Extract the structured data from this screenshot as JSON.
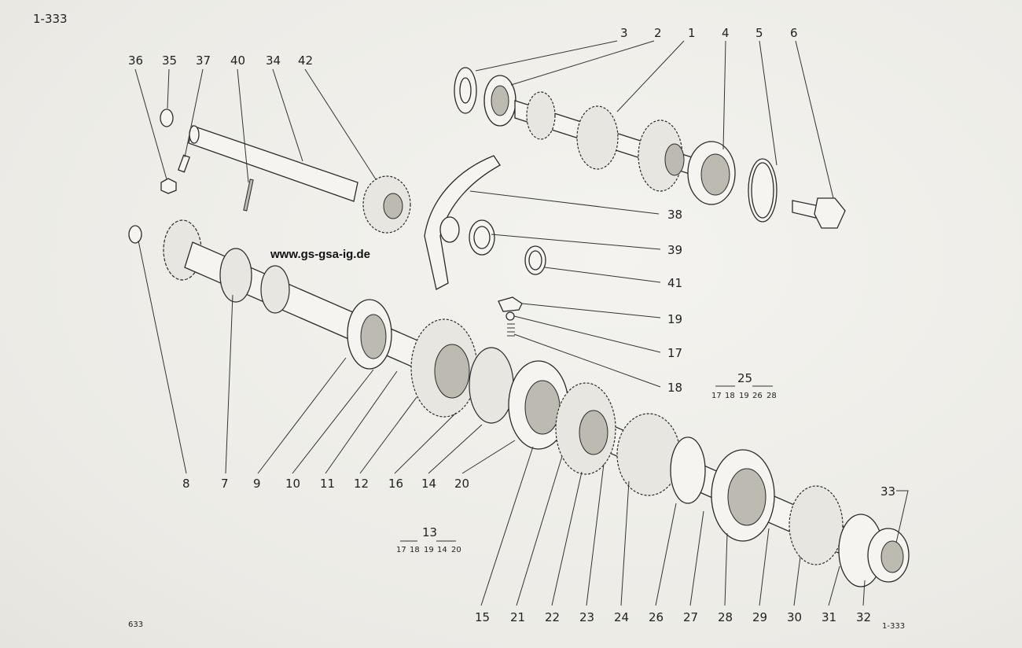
{
  "page_id": "1-333",
  "footer_left": "633",
  "footer_right": "1-333",
  "watermark": "www.gs-gsa-ig.de",
  "part_labels": [
    "1",
    "2",
    "3",
    "4",
    "5",
    "6",
    "7",
    "8",
    "9",
    "10",
    "11",
    "12",
    "13",
    "14",
    "15",
    "16",
    "17",
    "18",
    "19",
    "20",
    "21",
    "22",
    "23",
    "24",
    "25",
    "26",
    "27",
    "28",
    "29",
    "30",
    "31",
    "32",
    "33",
    "34",
    "35",
    "36",
    "37",
    "38",
    "39",
    "40",
    "41",
    "42"
  ],
  "group_13": {
    "number": "13",
    "items": [
      "17",
      "18",
      "19",
      "14",
      "20"
    ]
  },
  "group_25": {
    "number": "25",
    "items": [
      "17",
      "18",
      "19",
      "26",
      "28"
    ]
  }
}
